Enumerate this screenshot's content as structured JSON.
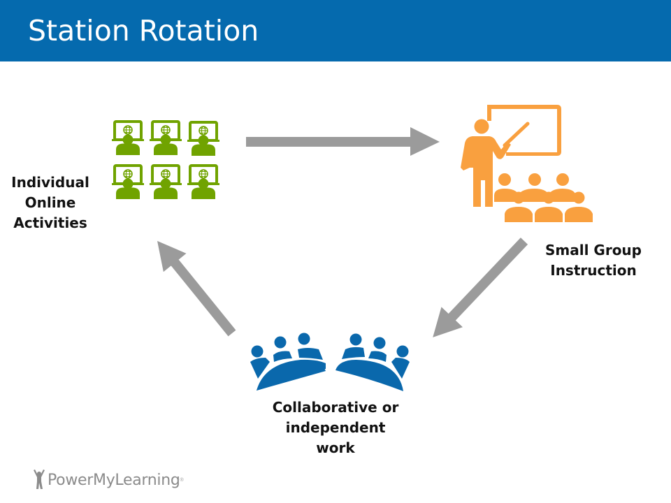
{
  "slide": {
    "title": "Station Rotation",
    "header_color": "#056aae"
  },
  "stations": [
    {
      "id": "individual-online",
      "lines": [
        "Individual",
        "Online",
        "Activities"
      ],
      "icon": "computer-learners-icon",
      "icon_color": "#70a300",
      "icon_count": 6
    },
    {
      "id": "small-group",
      "lines": [
        "Small Group",
        "Instruction"
      ],
      "icon": "teacher-presentation-icon",
      "icon_color": "#f9a03f"
    },
    {
      "id": "collaborative",
      "lines": [
        "Collaborative or",
        "independent",
        "work"
      ],
      "icon": "group-tables-icon",
      "icon_color": "#0a68ac"
    }
  ],
  "arrows": {
    "color": "#9b9b9b",
    "flow": [
      {
        "from": "individual-online",
        "to": "small-group"
      },
      {
        "from": "small-group",
        "to": "collaborative"
      },
      {
        "from": "collaborative",
        "to": "individual-online"
      }
    ]
  },
  "footer": {
    "logo_text": "PowerMyLearning",
    "logo_mark": "®",
    "logo_icon": "jumping-person-icon"
  }
}
